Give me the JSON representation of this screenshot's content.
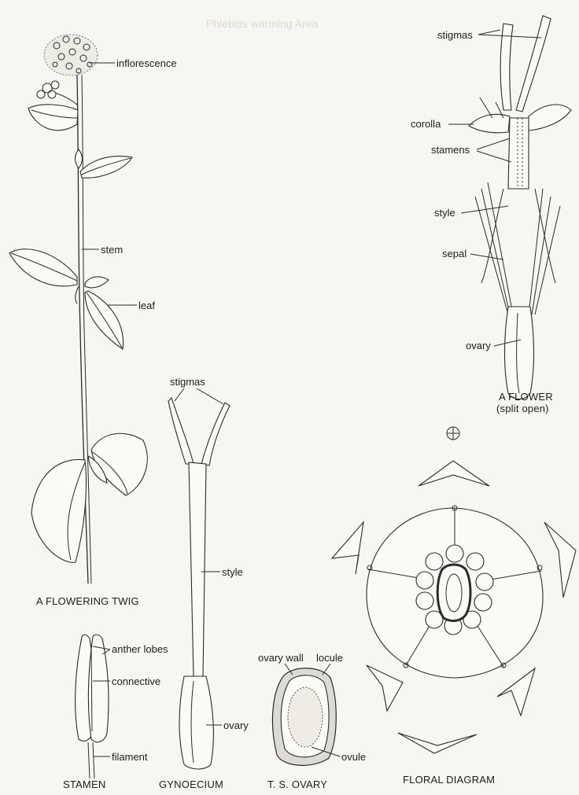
{
  "header_text": "Phlebitis warming Area",
  "twig": {
    "labels": {
      "inflorescence": "inflorescence",
      "stem": "stem",
      "leaf": "leaf"
    },
    "caption": "A FLOWERING TWIG"
  },
  "flower": {
    "labels": {
      "stigmas": "stigmas",
      "corolla": "corolla",
      "stamens": "stamens",
      "style": "style",
      "sepal": "sepal",
      "ovary": "ovary"
    },
    "caption_line1": "A FLOWER",
    "caption_line2": "(split open)"
  },
  "gynoecium": {
    "labels": {
      "stigmas": "stigmas",
      "style": "style",
      "ovary": "ovary"
    },
    "caption": "GYNOECIUM"
  },
  "stamen": {
    "labels": {
      "anther_lobes": "anther lobes",
      "connective": "connective",
      "filament": "filament"
    },
    "caption": "STAMEN"
  },
  "ts_ovary": {
    "labels": {
      "ovary_wall": "ovary wall",
      "locule": "locule",
      "ovule": "ovule"
    },
    "caption": "T. S. OVARY"
  },
  "floral_diagram": {
    "symbol": "⊕",
    "caption": "FLORAL DIAGRAM"
  }
}
